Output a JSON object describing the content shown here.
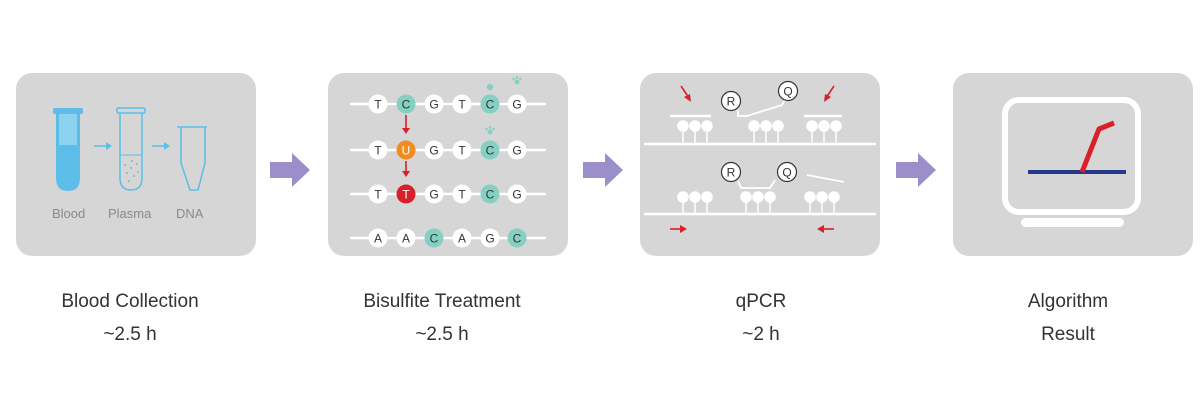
{
  "colors": {
    "panel_bg": "#d6d6d6",
    "arrow": "#9b8fcb",
    "tube_blue": "#5bbde8",
    "teal": "#86cfc3",
    "orange": "#ef8c22",
    "red": "#d8202a",
    "navy": "#263a8c",
    "text": "#333333"
  },
  "steps": [
    {
      "title": "Blood Collection",
      "detail": "~2.5 h",
      "labels": [
        "Blood",
        "Plasma",
        "DNA"
      ]
    },
    {
      "title": "Bisulfite Treatment",
      "detail": "~2.5 h",
      "sequences": [
        [
          "T",
          "C",
          "G",
          "T",
          "C",
          "G"
        ],
        [
          "T",
          "U",
          "G",
          "T",
          "C",
          "G"
        ],
        [
          "T",
          "T",
          "G",
          "T",
          "C",
          "G"
        ],
        [
          "A",
          "A",
          "C",
          "A",
          "G",
          "C"
        ]
      ]
    },
    {
      "title": "qPCR",
      "detail": "~2 h",
      "probe_labels": [
        "R",
        "Q",
        "R",
        "Q"
      ]
    },
    {
      "title": "Algorithm",
      "detail": "Result"
    }
  ]
}
